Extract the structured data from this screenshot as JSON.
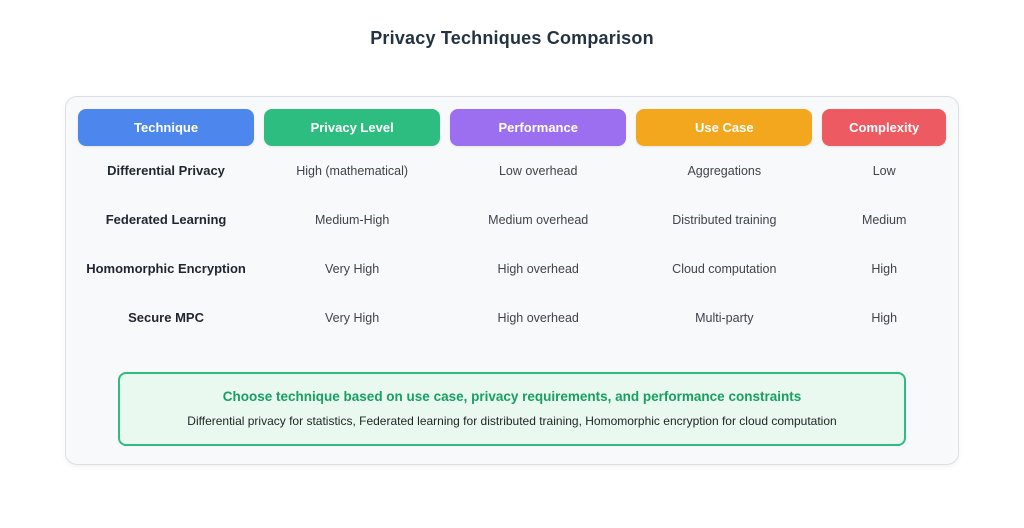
{
  "page": {
    "title": "Privacy Techniques Comparison"
  },
  "chart_data": {
    "type": "table",
    "title": "Privacy Techniques Comparison",
    "columns": [
      {
        "label": "Technique",
        "color": "#4d86ec"
      },
      {
        "label": "Privacy Level",
        "color": "#2ebd80"
      },
      {
        "label": "Performance",
        "color": "#9b6ff0"
      },
      {
        "label": "Use Case",
        "color": "#f3a71f"
      },
      {
        "label": "Complexity",
        "color": "#ee5a62"
      }
    ],
    "rows": [
      [
        "Differential Privacy",
        "High (mathematical)",
        "Low overhead",
        "Aggregations",
        "Low"
      ],
      [
        "Federated Learning",
        "Medium-High",
        "Medium overhead",
        "Distributed training",
        "Medium"
      ],
      [
        "Homomorphic Encryption",
        "Very High",
        "High overhead",
        "Cloud computation",
        "High"
      ],
      [
        "Secure MPC",
        "Very High",
        "High overhead",
        "Multi-party",
        "High"
      ]
    ],
    "layout_hints": {
      "header_style": "colored rounded pills",
      "grid": "off",
      "note_box": "bottom, green border"
    }
  },
  "note": {
    "headline": "Choose technique based on use case, privacy requirements, and performance constraints",
    "detail": "Differential privacy for statistics, Federated learning for distributed training, Homomorphic encryption for cloud computation",
    "accent_color": "#2ebd80",
    "background_color": "#e9f9f0"
  }
}
